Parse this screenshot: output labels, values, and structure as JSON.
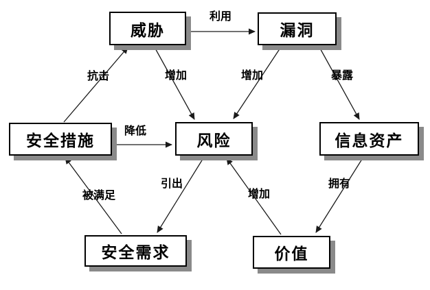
{
  "diagram": {
    "nodes": {
      "threat": {
        "label": "威胁"
      },
      "vulnerability": {
        "label": "漏洞"
      },
      "security_measures": {
        "label": "安全措施"
      },
      "risk": {
        "label": "风险"
      },
      "information_assets": {
        "label": "信息资产"
      },
      "security_requirements": {
        "label": "安全需求"
      },
      "value": {
        "label": "价值"
      }
    },
    "edges": {
      "exploit": {
        "label": "利用",
        "from": "threat",
        "to": "vulnerability"
      },
      "resist": {
        "label": "抗击",
        "from": "security_measures",
        "to": "threat"
      },
      "increase_by_threat": {
        "label": "增加",
        "from": "threat",
        "to": "risk"
      },
      "increase_by_vulnerability": {
        "label": "增加",
        "from": "vulnerability",
        "to": "risk"
      },
      "expose": {
        "label": "暴露",
        "from": "vulnerability",
        "to": "information_assets"
      },
      "reduce": {
        "label": "降低",
        "from": "security_measures",
        "to": "risk"
      },
      "be_satisfied": {
        "label": "被满足",
        "from": "security_requirements",
        "to": "security_measures"
      },
      "derive": {
        "label": "引出",
        "from": "risk",
        "to": "security_requirements"
      },
      "increase_by_value": {
        "label": "增加",
        "from": "value",
        "to": "risk"
      },
      "own": {
        "label": "拥有",
        "from": "information_assets",
        "to": "value"
      }
    },
    "colors": {
      "background": "#ffffff",
      "box_fill": "#ffffff",
      "box_border": "#000000",
      "box_shadow": "#8a8a8a",
      "line": "#1a1a1a",
      "text": "#000000"
    }
  }
}
